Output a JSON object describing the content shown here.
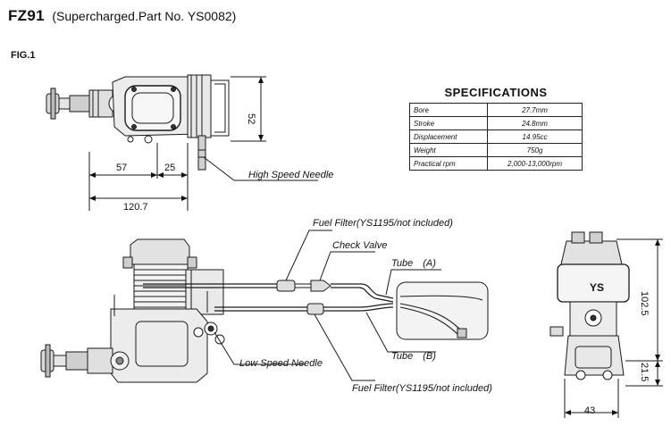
{
  "header": {
    "model": "FZ91",
    "subtitle": "(Supercharged.Part No. YS0082)"
  },
  "figure": {
    "label": "FIG.1"
  },
  "dimensions": {
    "d52": "52",
    "d57": "57",
    "d25": "25",
    "d120": "120.7",
    "d102": "102.5",
    "d21": "21.5",
    "d43": "43"
  },
  "labels": {
    "high_speed_needle": "High Speed Needle",
    "fuel_filter_top": "Fuel Filter(YS1195/not included)",
    "check_valve": "Check Valve",
    "tube_a": "Tube　(A)",
    "tube_b": "Tube　(B)",
    "low_speed_needle": "Low Speed Needle",
    "fuel_filter_bottom": "Fuel Filter(YS1195/not included)"
  },
  "specifications": {
    "title": "SPECIFICATIONS",
    "rows": [
      {
        "label": "Bore",
        "value": "27.7mm"
      },
      {
        "label": "Stroke",
        "value": "24.8mm"
      },
      {
        "label": "Displacement",
        "value": "14.95cc"
      },
      {
        "label": "Weight",
        "value": "750g"
      },
      {
        "label": "Practical rpm",
        "value": "2,000-13,000rpm"
      }
    ]
  }
}
